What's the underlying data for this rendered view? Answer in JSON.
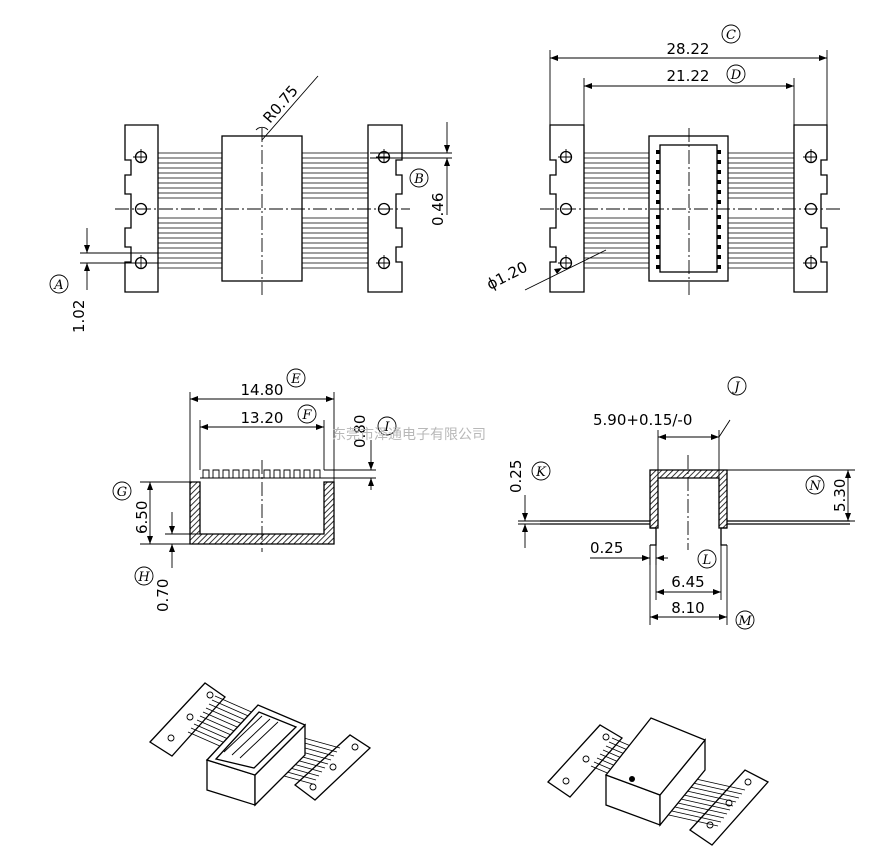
{
  "dimensions": {
    "radius": "R0.75",
    "pitch_a": "1.02",
    "pitch_b": "0.46",
    "overall_c": "28.22",
    "inner_d": "21.22",
    "hole_dia": "ϕ1.20",
    "width_e": "14.80",
    "width_f": "13.20",
    "slot_i": "0.80",
    "height_g": "6.50",
    "base_h": "0.70",
    "width_j": "5.90+0.15/-0",
    "lead_k": "0.25",
    "lead_gap": "0.25",
    "width_l": "6.45",
    "width_m": "8.10",
    "height_n": "5.30"
  },
  "tags": {
    "a": "A",
    "b": "B",
    "c": "C",
    "d": "D",
    "e": "E",
    "f": "F",
    "g": "G",
    "h": "H",
    "i": "I",
    "j": "J",
    "k": "K",
    "l": "L",
    "m": "M",
    "n": "N"
  },
  "watermark": "东莞市泽通电子有限公司"
}
